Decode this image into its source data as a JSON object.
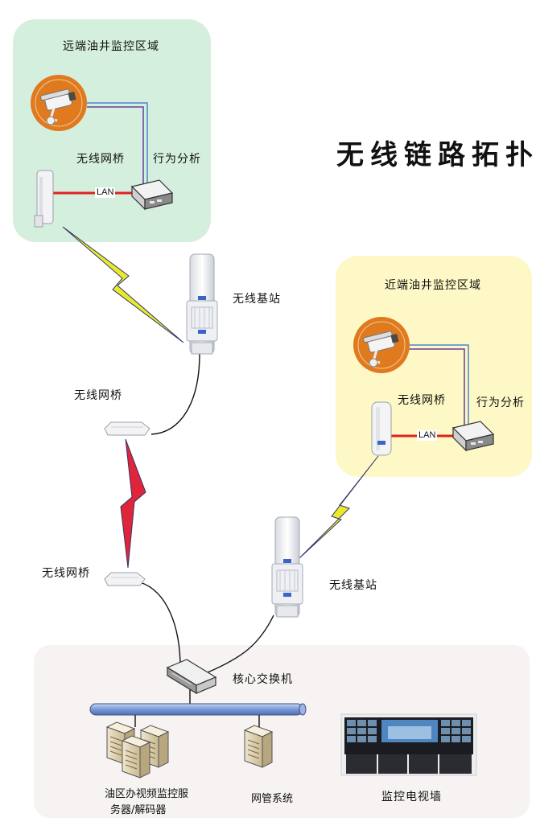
{
  "title": "无线链路拓扑",
  "regions": {
    "remote": "远端油井监控区域",
    "near": "近端油井监控区域"
  },
  "labels": {
    "remote_bridge": "无线网桥",
    "remote_analysis": "行为分析",
    "remote_lan": "LAN",
    "base_station_top": "无线基站",
    "bridge_mid_top": "无线网桥",
    "near_bridge": "无线网桥",
    "near_analysis": "行为分析",
    "near_lan": "LAN",
    "bridge_mid_bottom": "无线网桥",
    "base_station_bottom": "无线基站",
    "core_switch": "核心交换机",
    "server_cluster": "油区办视频监控服",
    "server_cluster_2": "务器/解码器",
    "network_mgmt": "网管系统",
    "tv_wall": "监控电视墙"
  },
  "colors": {
    "remote_bg": "#d5efde",
    "near_bg": "#fdf8c6",
    "core_bg": "#f7f3f3",
    "camera_orange": "#e07a1f",
    "lan_red": "#e02020",
    "link_yellow": "#e8ea2a",
    "link_red": "#e0243a",
    "backbone_blue": "#7e9cd8"
  },
  "icons": [
    "camera-icon",
    "wireless-bridge-icon",
    "analysis-box-icon",
    "base-station-icon",
    "switch-icon",
    "server-icon",
    "tv-wall-icon"
  ]
}
